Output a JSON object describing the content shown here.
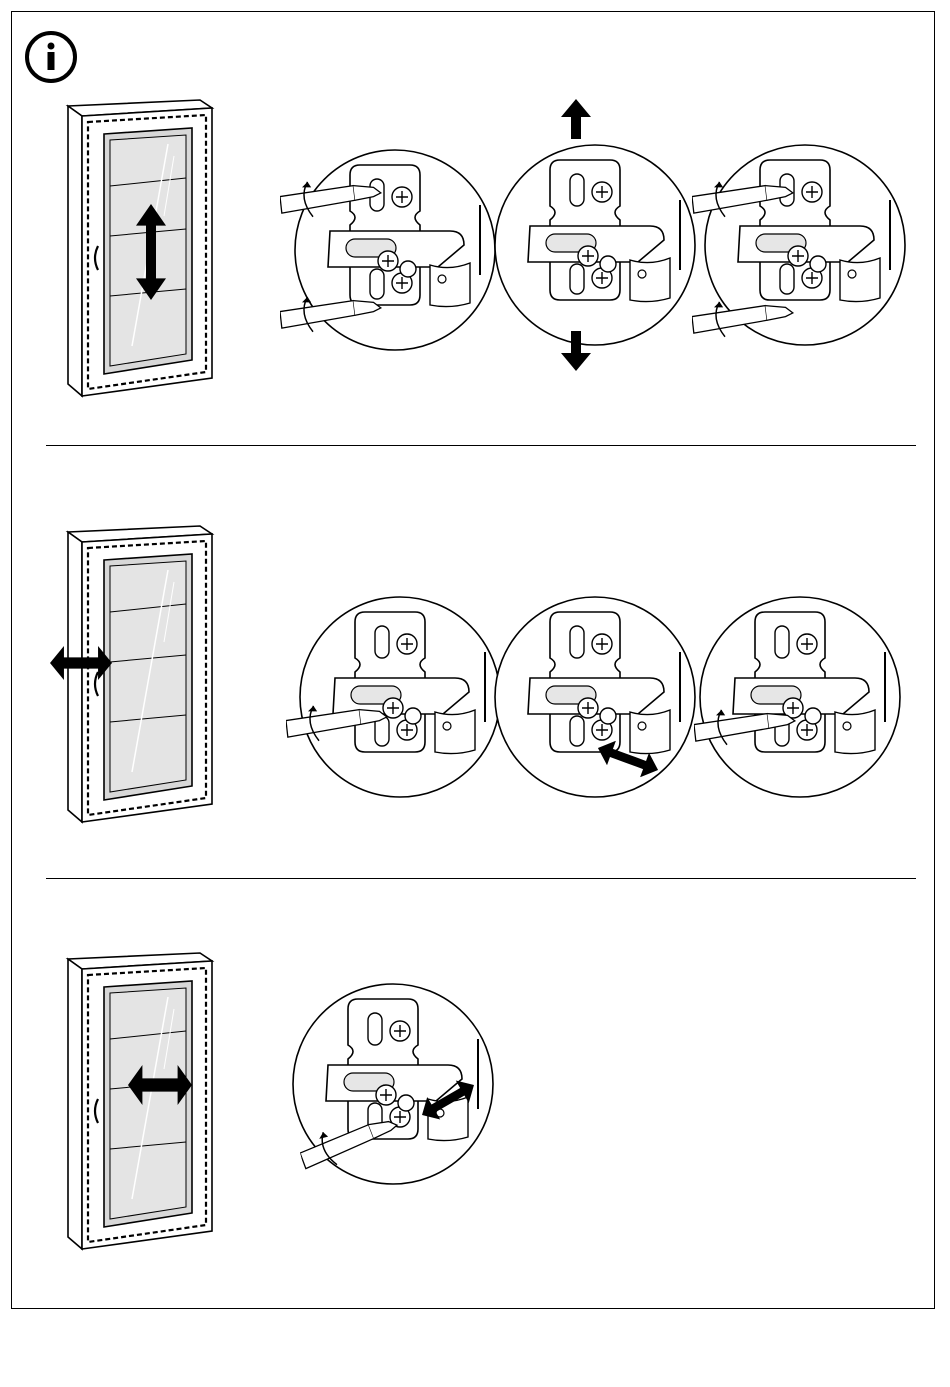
{
  "document": {
    "type": "assembly-instructions-page",
    "info_icon": "info-icon",
    "sections": [
      {
        "id": "height-adjustment",
        "cabinet_arrow": "vertical-double-arrow-icon",
        "detail_count": 3,
        "detail_arrows": [
          "none",
          "vertical-double-arrow-icon",
          "none"
        ]
      },
      {
        "id": "depth-adjustment",
        "cabinet_arrow": "horizontal-double-arrow-icon",
        "detail_count": 3,
        "detail_arrows": [
          "none",
          "diagonal-double-arrow-icon",
          "none"
        ]
      },
      {
        "id": "side-adjustment",
        "cabinet_arrow": "horizontal-double-arrow-icon",
        "detail_count": 1,
        "detail_arrows": [
          "diagonal-double-arrow-icon"
        ]
      }
    ]
  }
}
